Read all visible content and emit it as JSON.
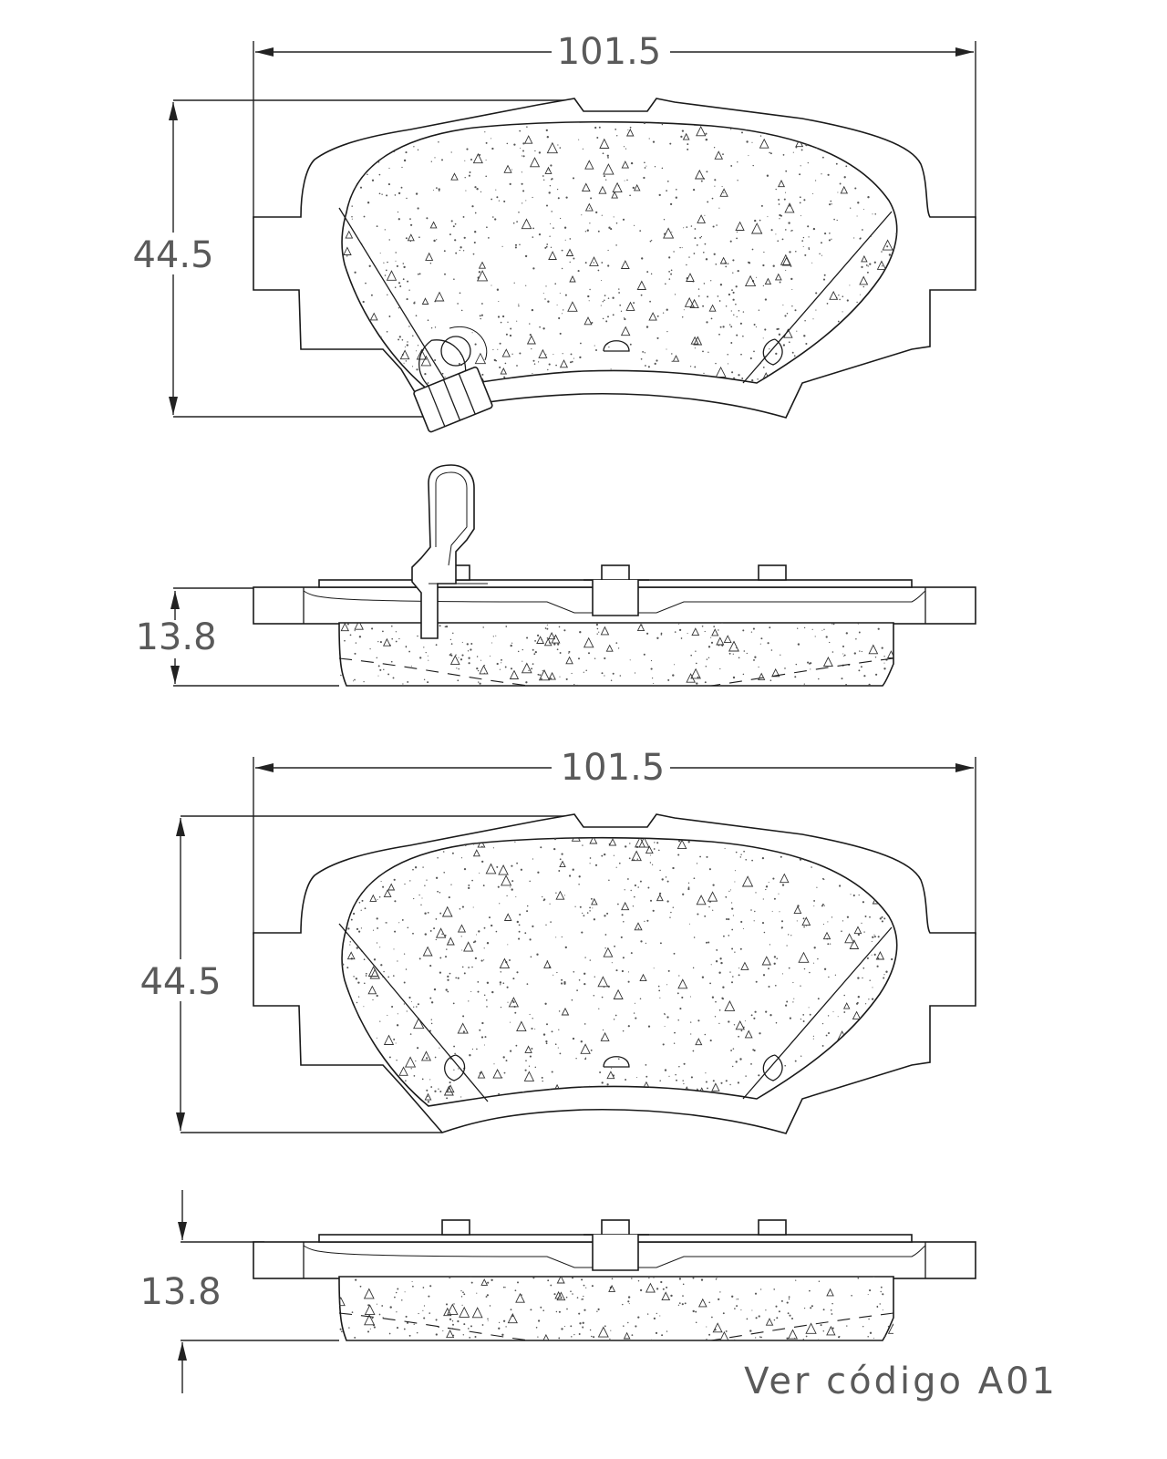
{
  "drawing": {
    "views": [
      {
        "id": "top-pad-front",
        "width_label": "101.5",
        "height_label": "44.5",
        "has_wear_sensor": true
      },
      {
        "id": "top-pad-side",
        "thickness_label": "13.8",
        "has_wear_sensor": true
      },
      {
        "id": "bottom-pad-front",
        "width_label": "101.5",
        "height_label": "44.5",
        "has_wear_sensor": false
      },
      {
        "id": "bottom-pad-side",
        "thickness_label": "13.8",
        "has_wear_sensor": false
      }
    ],
    "note": "Ver código A01"
  }
}
